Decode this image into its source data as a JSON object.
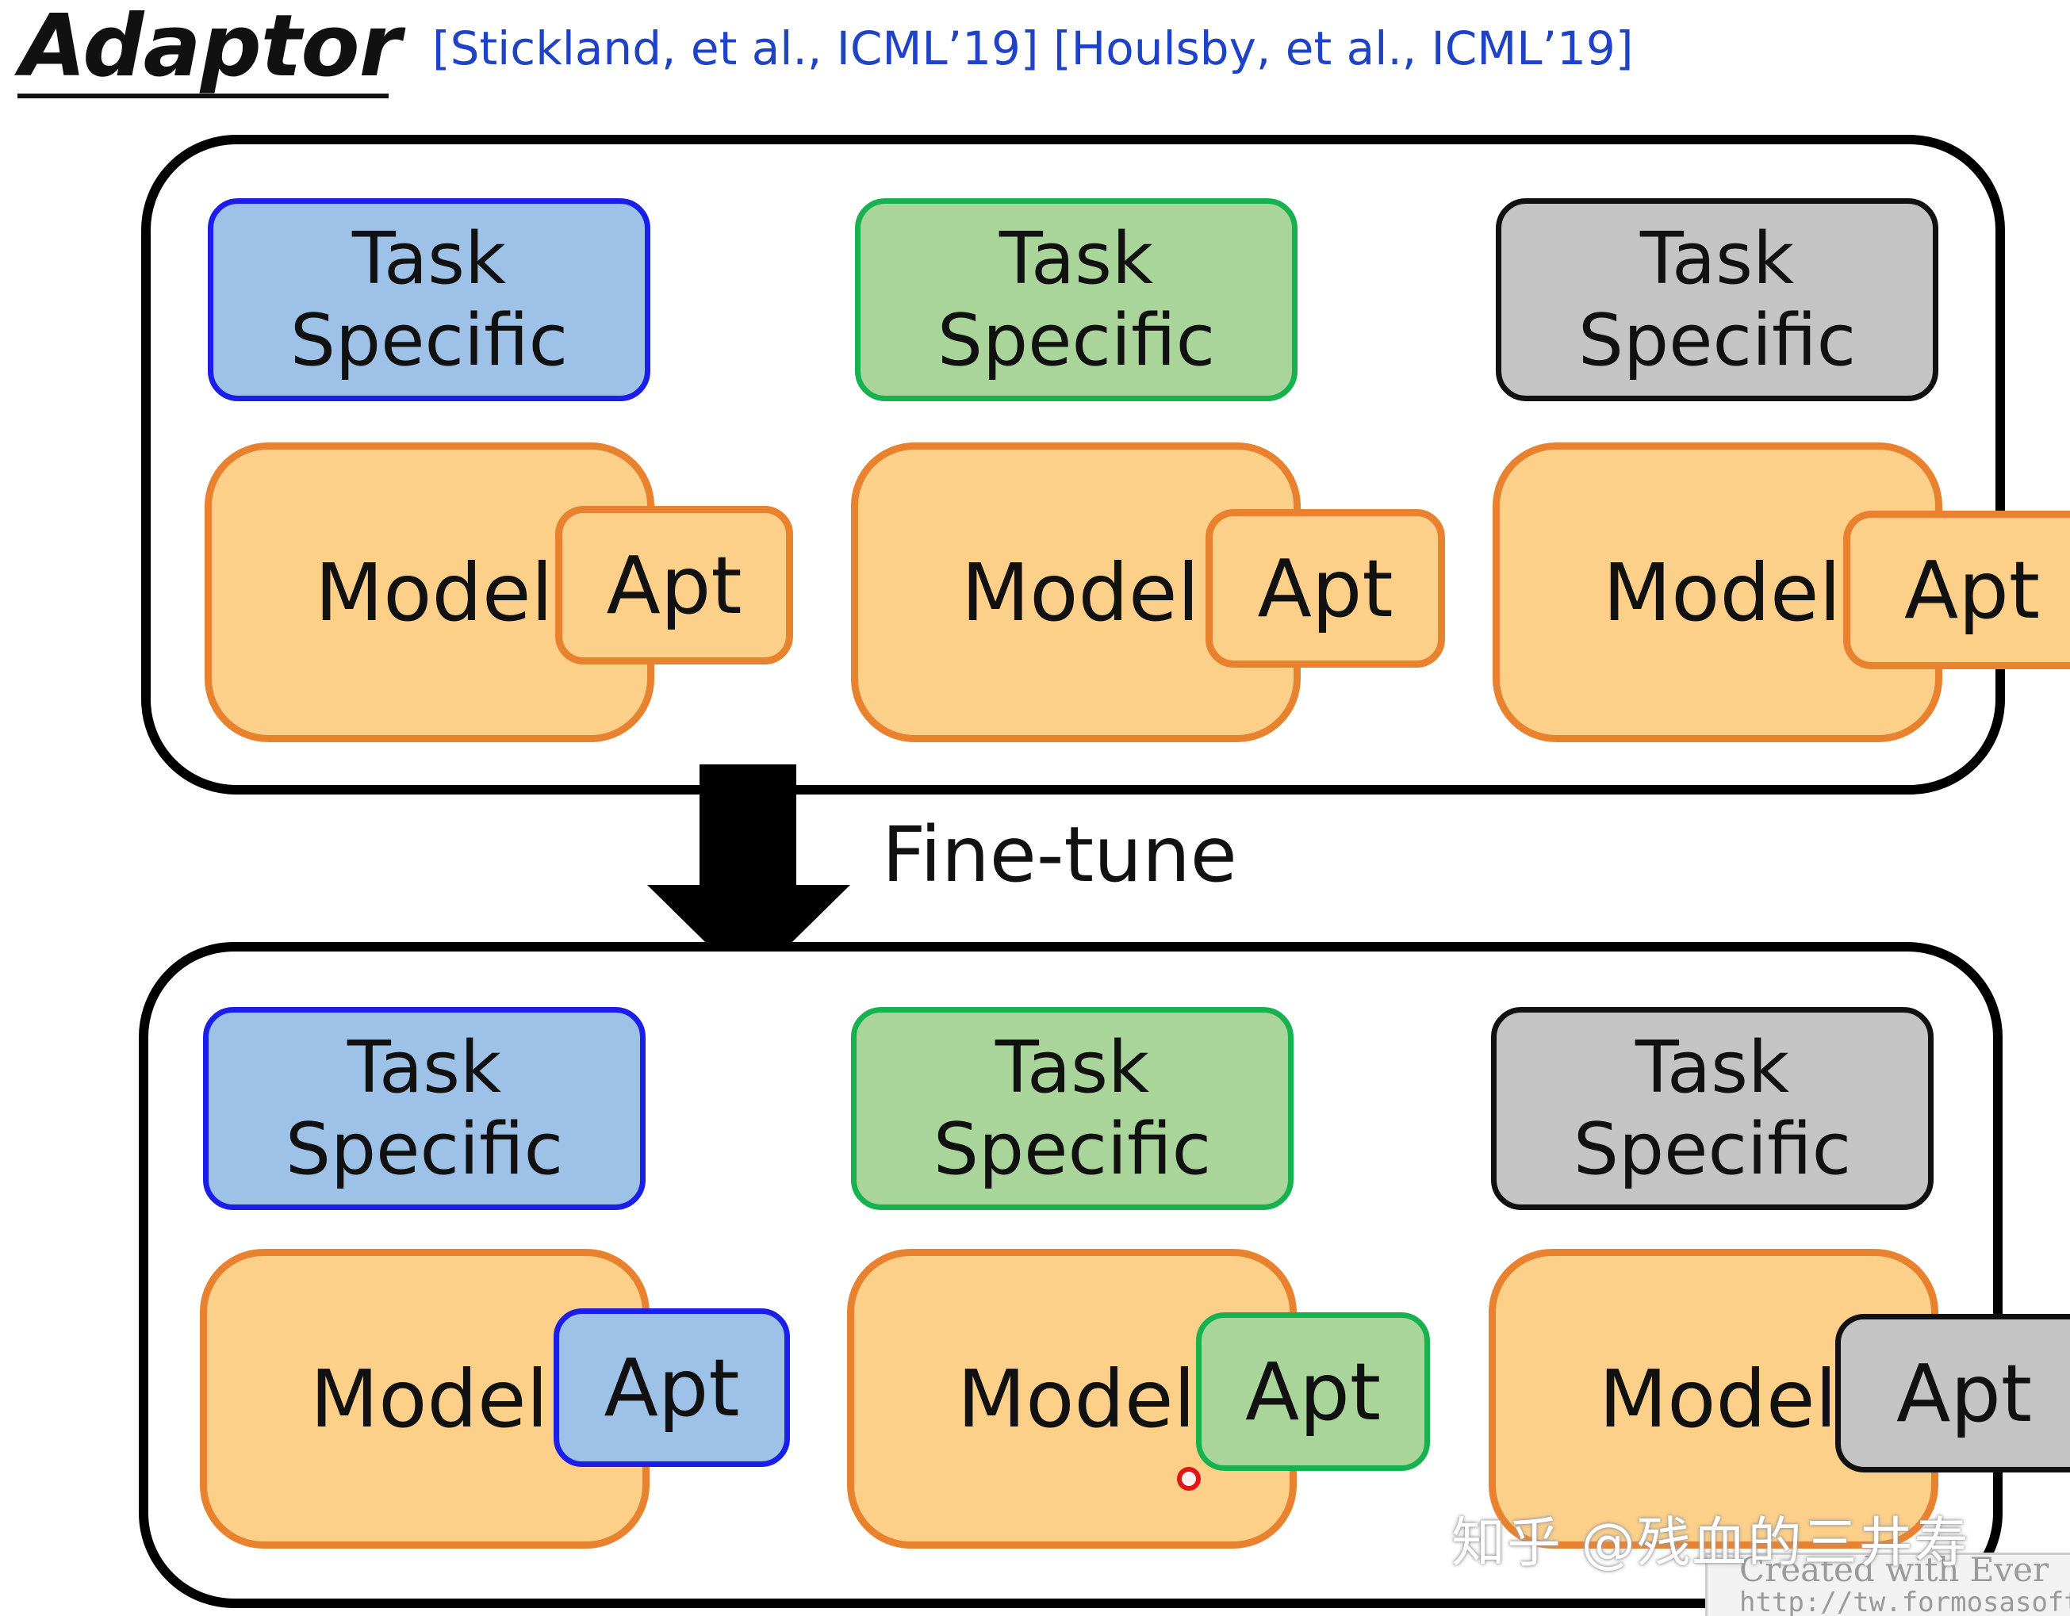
{
  "header": {
    "title": "Adaptor",
    "refs": "[Stickland, et al., ICML’19] [Houlsby, et al., ICML’19]"
  },
  "labels": {
    "task_line1": "Task",
    "task_line2": "Specific",
    "model": "Model",
    "apt": "Apt",
    "fine_tune": "Fine-tune"
  },
  "colors": {
    "blue_fill": "#9ec1e8",
    "blue_border": "#1a1ee8",
    "green_fill": "#a9d59a",
    "green_border": "#17b24f",
    "gray_fill": "#c4c4c4",
    "gray_border": "#111111",
    "model_fill": "#fdd089",
    "model_border": "#e9822f"
  },
  "watermark": {
    "text": "知乎 @残血的三井寿",
    "credit_line1": "Created with Ever",
    "credit_line2": "http://tw.formosasoft."
  }
}
